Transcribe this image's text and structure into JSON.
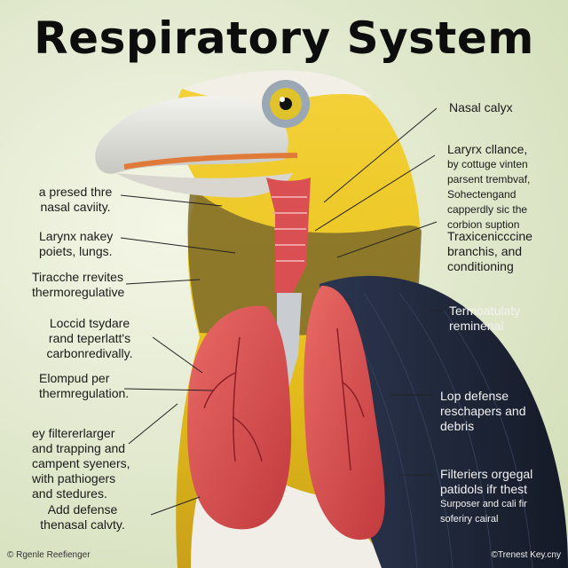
{
  "title": "Respiratory System",
  "labels_left": {
    "l1": [
      "a presed thre",
      "nasal caviity."
    ],
    "l2": [
      "Larynx nakey",
      "poiets, lungs."
    ],
    "l3": [
      "Tiracche rrevites",
      "thermoregulative"
    ],
    "l4": [
      "Loccid tsydare",
      "rand teperlatt's",
      "carbonredivally."
    ],
    "l5": [
      "Elompud per",
      "thermregulation."
    ],
    "l6": [
      "ey filtererlarger",
      "and trapping and",
      "campent syeners,",
      "with pathiogers",
      "and stedures."
    ],
    "l7": [
      "Add defense",
      "thenasal calvty."
    ]
  },
  "labels_right": {
    "r1": [
      "Nasal calyx"
    ],
    "r2": [
      "Laryrx cllance,",
      "by cottuge vinten",
      "parsent trembvaf,",
      "Sohectengand",
      "capperdly sic the",
      "corbion suption"
    ],
    "r3": [
      "Traxicenicccine",
      "branchis, and",
      "conditioning"
    ],
    "r4": [
      "Termoatulaty",
      "reminenal"
    ],
    "r5": [
      "Lop defense",
      "reschapers and",
      "debris"
    ],
    "r6": [
      "Filteriers orgegal",
      "patidols ifr thest",
      "Surposer and cali fir",
      "soferiry cairal"
    ]
  },
  "footer_left": "© Rgenle Reefienger",
  "footer_right": "©Trenest Key.cny",
  "colors": {
    "title": "#0d0d0d",
    "beak": "#e6e6e2",
    "beak_tip": "#c9c9c2",
    "mouth": "#e88a4a",
    "yellow": "#f1c81e",
    "olive": "#8a7a2e",
    "black_feathers": "#1c2433",
    "lung": "#d64c4c",
    "trachea": "#d94f52",
    "bronchi": "#c9ccd0",
    "iris": "#e0c22a",
    "background": "#e3ead0"
  }
}
